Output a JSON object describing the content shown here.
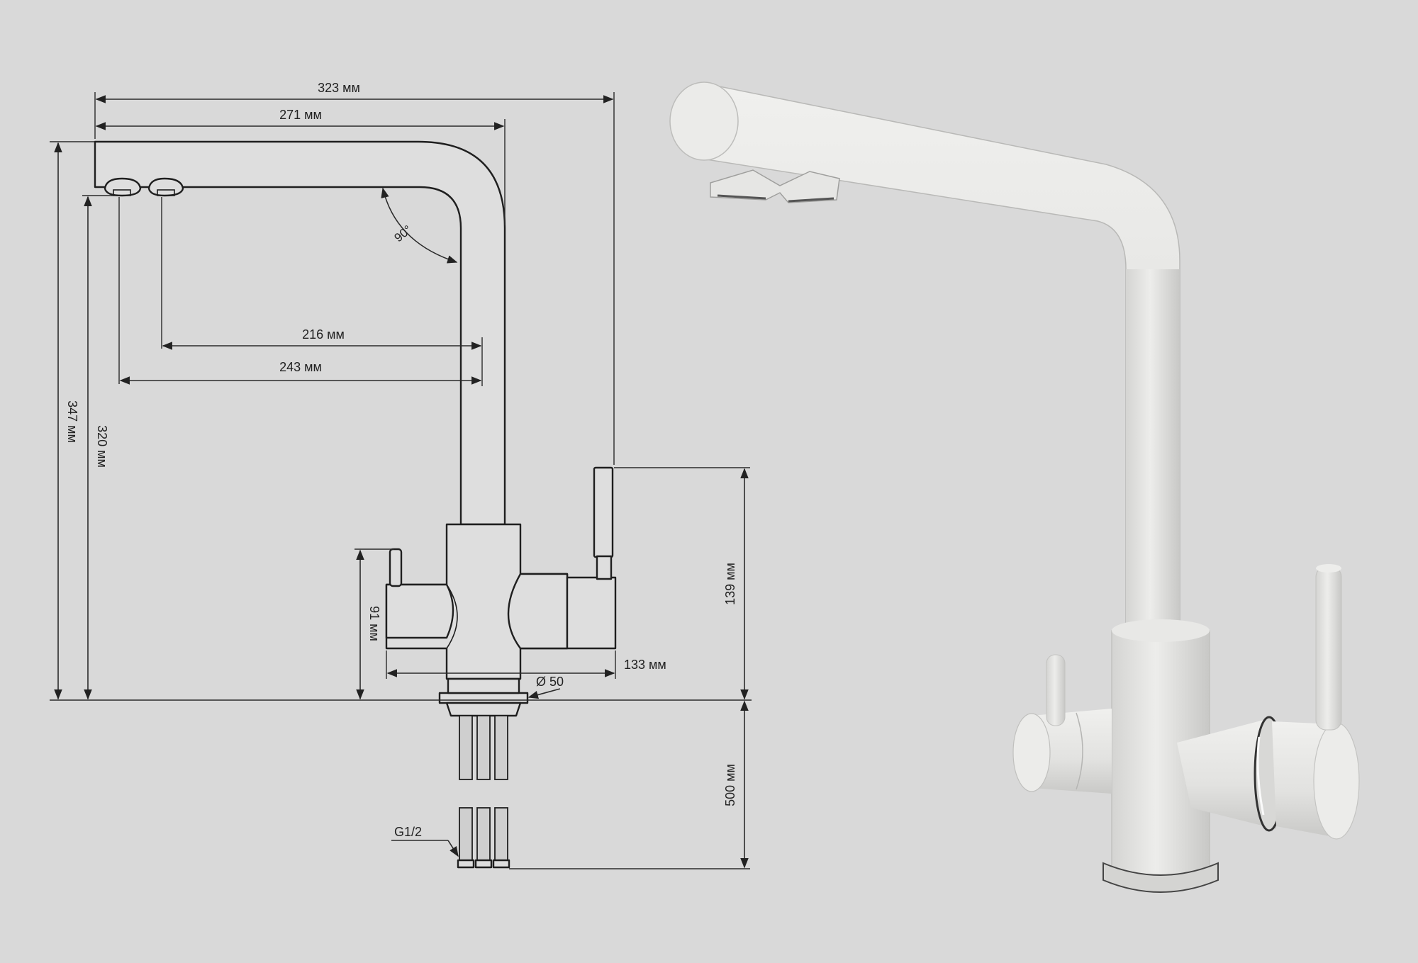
{
  "dimensions": {
    "total_reach": "323 мм",
    "spout_reach": "271 мм",
    "outlet_a_reach": "216 мм",
    "outlet_b_reach": "243 мм",
    "total_height": "347 мм",
    "outlet_height": "320 мм",
    "lever_height": "91 мм",
    "handle_height": "139 мм",
    "body_width": "133 мм",
    "base_diameter": "Ø 50",
    "hose_length": "500 мм",
    "thread": "G1/2",
    "spout_angle": "90°"
  },
  "colors": {
    "background": "#d9d9d9",
    "faucet": "#e4e4e2",
    "line": "#1f1f1f"
  }
}
